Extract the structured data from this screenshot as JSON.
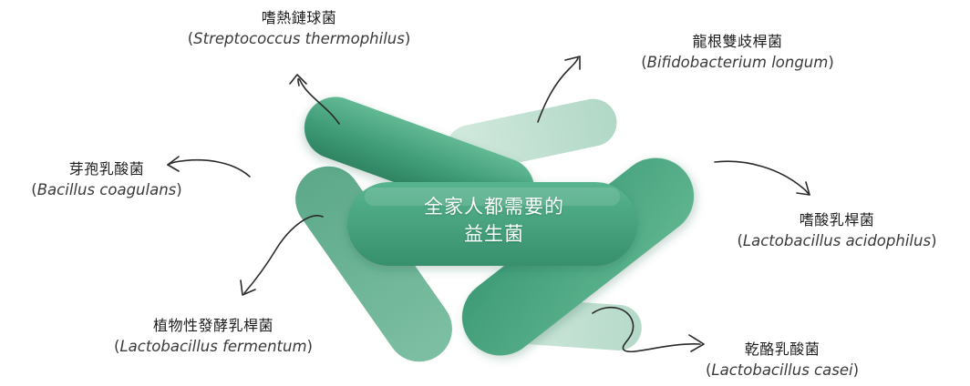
{
  "center": {
    "line1": "全家人都需要的",
    "line2": "益生菌"
  },
  "colors": {
    "rod_dark": "#3d9a75",
    "rod_mid": "#5aad8a",
    "rod_light": "#b7dccb",
    "arrow": "#2a2a2a"
  },
  "species": [
    {
      "key": "s_thermophilus",
      "name_zh": "嗜熱鏈球菌",
      "open": "(",
      "name_sci": "Streptococcus thermophilus",
      "close": ")"
    },
    {
      "key": "b_longum",
      "name_zh": "龍根雙歧桿菌",
      "open": "(",
      "name_sci": "Bifidobacterium longum",
      "close": ")"
    },
    {
      "key": "b_coagulans",
      "name_zh": "芽孢乳酸菌",
      "open": "(",
      "name_sci": "Bacillus coagulans",
      "close": ")"
    },
    {
      "key": "l_acidophilus",
      "name_zh": "嗜酸乳桿菌",
      "open": "(",
      "name_sci": "Lactobacillus acidophilus",
      "close": ")"
    },
    {
      "key": "l_fermentum",
      "name_zh": "植物性發酵乳桿菌",
      "open": "(",
      "name_sci": "Lactobacillus fermentum",
      "close": ")"
    },
    {
      "key": "l_casei",
      "name_zh": "乾酪乳酸菌",
      "open": "(",
      "name_sci": "Lactobacillus casei",
      "close": ")"
    }
  ]
}
